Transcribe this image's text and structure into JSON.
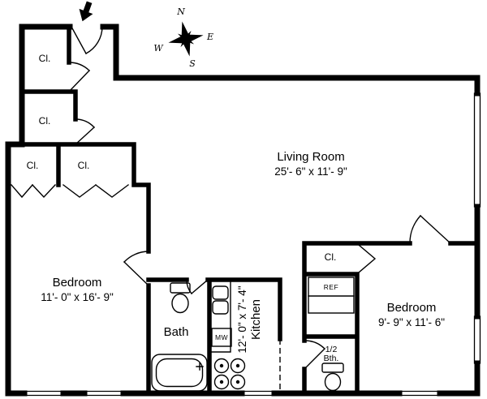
{
  "colors": {
    "wall": "#000000",
    "line": "#000000",
    "bg": "#ffffff"
  },
  "compass": {
    "n": "N",
    "e": "E",
    "s": "S",
    "w": "W"
  },
  "rooms": {
    "living": {
      "name": "Living Room",
      "dims": "25'- 6\" x 11'- 9\""
    },
    "bedroom_left": {
      "name": "Bedroom",
      "dims": "11'- 0\" x 16'- 9\""
    },
    "bedroom_right": {
      "name": "Bedroom",
      "dims": "9'- 9\" x 11'- 6\""
    },
    "kitchen": {
      "name": "Kitchen",
      "dims": "12'- 0\" x 7'- 4\""
    },
    "bath": {
      "name": "Bath"
    },
    "half_bath": {
      "line1": "1/2",
      "line2": "Bth."
    }
  },
  "labels": {
    "closet": "Cl.",
    "refrigerator": "REF",
    "microwave": "MW"
  }
}
